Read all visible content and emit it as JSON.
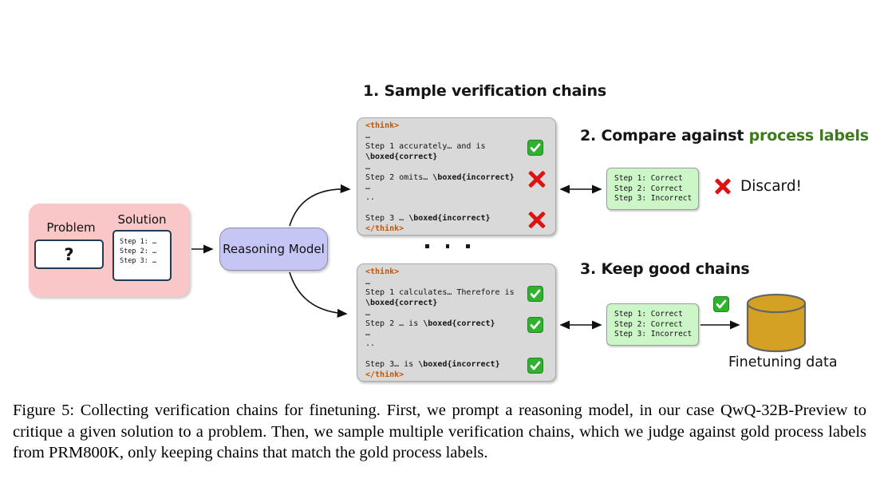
{
  "stage1": {
    "title": "1. Sample verification chains"
  },
  "stage2": {
    "title_prefix": "2. Compare against ",
    "title_highlight": "process labels",
    "highlight_color": "#3c7a1c",
    "discard_label": "Discard!"
  },
  "stage3": {
    "title": "3. Keep good chains"
  },
  "input": {
    "problem_label": "Problem",
    "problem_value": "?",
    "solution_label": "Solution",
    "solution_steps": [
      "Step 1: …",
      "Step 2: …",
      "Step 3: …"
    ]
  },
  "model": {
    "label": "Reasoning Model"
  },
  "chain_top": {
    "marks": [
      "check",
      "cross",
      "cross"
    ],
    "lines": [
      {
        "seg": [
          {
            "t": "<think>",
            "s": "tag"
          }
        ]
      },
      {
        "seg": [
          {
            "t": "…"
          }
        ]
      },
      {
        "seg": [
          {
            "t": "Step 1 accurately… and is"
          }
        ]
      },
      {
        "seg": [
          {
            "t": "\\boxed{correct}",
            "s": "b"
          }
        ]
      },
      {
        "seg": [
          {
            "t": "…"
          }
        ]
      },
      {
        "seg": [
          {
            "t": "Step 2 omits… "
          },
          {
            "t": "\\boxed{incorrect}",
            "s": "b"
          }
        ]
      },
      {
        "seg": [
          {
            "t": "…"
          }
        ]
      },
      {
        "seg": [
          {
            "t": ".."
          }
        ]
      },
      {
        "seg": [
          {
            "t": " "
          }
        ]
      },
      {
        "seg": [
          {
            "t": "Step 3 … "
          },
          {
            "t": "\\boxed{incorrect}",
            "s": "b"
          }
        ]
      },
      {
        "seg": [
          {
            "t": "</think>",
            "s": "tag"
          }
        ]
      }
    ]
  },
  "chain_bottom": {
    "marks": [
      "check",
      "check",
      "check"
    ],
    "lines": [
      {
        "seg": [
          {
            "t": "<think>",
            "s": "tag"
          }
        ]
      },
      {
        "seg": [
          {
            "t": "…"
          }
        ]
      },
      {
        "seg": [
          {
            "t": "Step 1 calculates… Therefore is"
          }
        ]
      },
      {
        "seg": [
          {
            "t": "\\boxed{correct}",
            "s": "b"
          }
        ]
      },
      {
        "seg": [
          {
            "t": "…"
          }
        ]
      },
      {
        "seg": [
          {
            "t": "Step 2 … is "
          },
          {
            "t": "\\boxed{correct}",
            "s": "b"
          }
        ]
      },
      {
        "seg": [
          {
            "t": "…"
          }
        ]
      },
      {
        "seg": [
          {
            "t": ".."
          }
        ]
      },
      {
        "seg": [
          {
            "t": " "
          }
        ]
      },
      {
        "seg": [
          {
            "t": "Step 3… is "
          },
          {
            "t": "\\boxed{incorrect}",
            "s": "b"
          }
        ]
      },
      {
        "seg": [
          {
            "t": "</think>",
            "s": "tag"
          }
        ]
      }
    ]
  },
  "label_box_1": {
    "lines": [
      "Step 1: Correct",
      "Step 2: Correct",
      "Step 3: Incorrect"
    ]
  },
  "label_box_2": {
    "lines": [
      "Step 1: Correct",
      "Step 2: Correct",
      "Step 3: Incorrect"
    ]
  },
  "finetune": {
    "db_label": "Finetuning data",
    "db_color": "#d4a125"
  },
  "colors": {
    "chain_box_bg": "#d9d9d9",
    "label_box_bg": "#ccf6c8",
    "input_panel_bg": "#f9c7c7",
    "model_box_bg": "#c6c6f5",
    "think_tag": "#c55300",
    "check_green": "#2fb32f",
    "cross_red": "#dd1212"
  },
  "caption": "Figure 5: Collecting verification chains for finetuning. First, we prompt a reasoning model, in our case QwQ-32B-Preview to critique a given solution to a problem. Then, we sample multiple verification chains, which we judge against gold process labels from PRM800K, only keeping chains that match the gold process labels."
}
